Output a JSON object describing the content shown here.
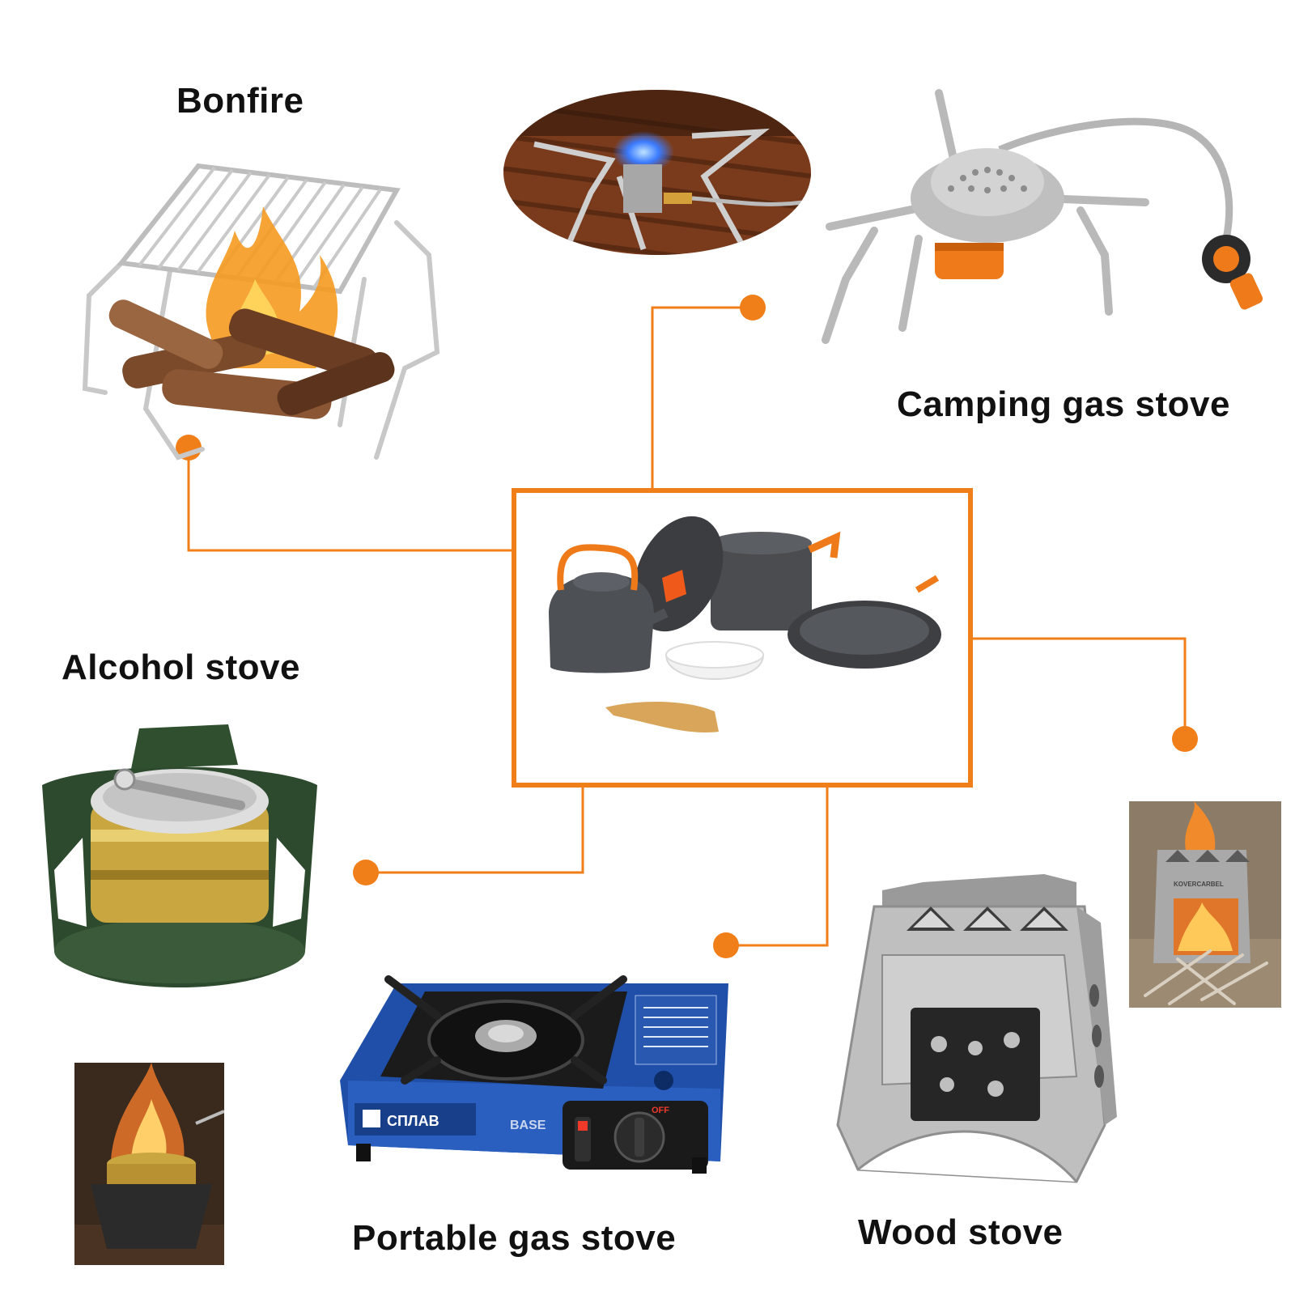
{
  "theme": {
    "accent": "#f07f1a",
    "label_color": "#111111",
    "background": "#ffffff"
  },
  "labels": {
    "bonfire": "Bonfire",
    "camping_gas": "Camping gas stove",
    "alcohol": "Alcohol stove",
    "portable_gas": "Portable gas stove",
    "wood": "Wood stove"
  },
  "portable_stove_brand": {
    "name": "СПЛАВ",
    "model": "BASE",
    "knob_mark": "OFF"
  },
  "wood_stove_brand": {
    "name": "KOVERCARBEL"
  },
  "icons": [
    "campfire-grill-icon",
    "gas-burner-icon",
    "cookware-set-icon",
    "alcohol-burner-icon",
    "cassette-stove-icon",
    "wood-stove-icon"
  ]
}
